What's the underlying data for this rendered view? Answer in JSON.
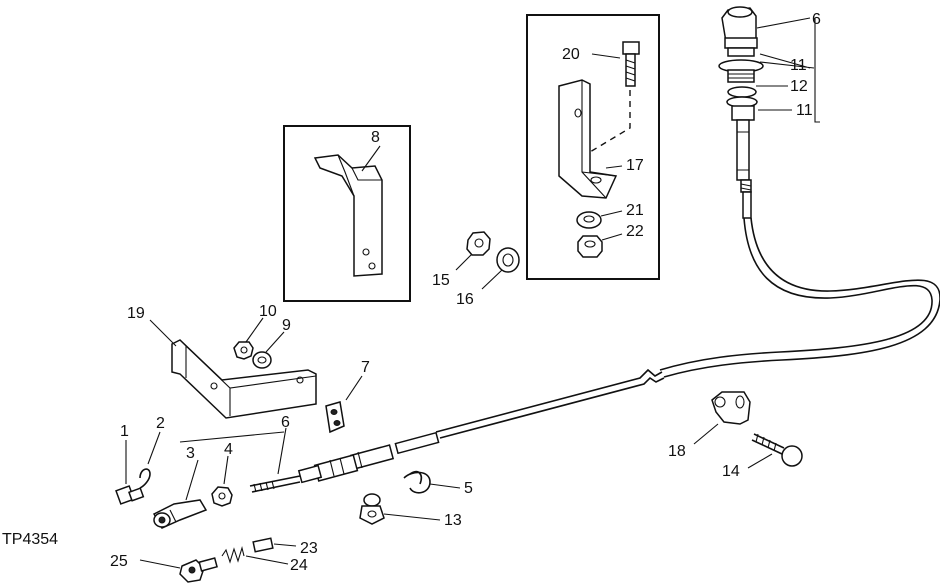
{
  "figure_id": "TP4354",
  "callouts": {
    "c1": "1",
    "c2": "2",
    "c3": "3",
    "c4": "4",
    "c5": "5",
    "c6a": "6",
    "c6b": "6",
    "c7": "7",
    "c8": "8",
    "c9": "9",
    "c10": "10",
    "c11a": "11",
    "c11b": "11",
    "c12": "12",
    "c13": "13",
    "c14": "14",
    "c15": "15",
    "c16": "16",
    "c17": "17",
    "c18": "18",
    "c19": "19",
    "c20": "20",
    "c21": "21",
    "c22": "22",
    "c23": "23",
    "c24": "24",
    "c25": "25"
  }
}
